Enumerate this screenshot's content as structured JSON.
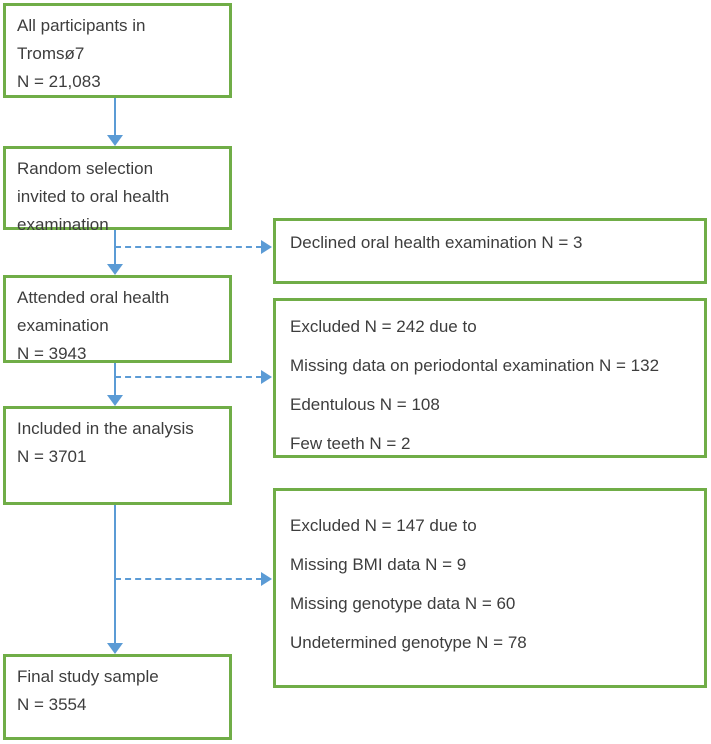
{
  "colors": {
    "box_border": "#70AD47",
    "arrow": "#5B9BD5",
    "text": "#3D3D3D",
    "background": "#FFFFFF"
  },
  "flowchart": {
    "main_boxes": [
      {
        "id": "all-participants",
        "lines": [
          "All participants in",
          "Tromsø7",
          "N = 21,083"
        ]
      },
      {
        "id": "random-selection",
        "lines": [
          "Random selection",
          "invited to oral health",
          "examination"
        ]
      },
      {
        "id": "attended",
        "lines": [
          "Attended oral health",
          "examination",
          "N = 3943"
        ]
      },
      {
        "id": "included",
        "lines": [
          "Included in the analysis",
          "N = 3701"
        ]
      },
      {
        "id": "final-sample",
        "lines": [
          "Final study sample",
          "N = 3554"
        ]
      }
    ],
    "side_boxes": [
      {
        "id": "declined",
        "lines": [
          "Declined oral health examination N = 3"
        ]
      },
      {
        "id": "excluded-periodontal",
        "lines": [
          "Excluded N = 242 due to",
          "Missing data on periodontal examination N = 132",
          "Edentulous N = 108",
          "Few teeth N = 2"
        ]
      },
      {
        "id": "excluded-genotype",
        "lines": [
          "Excluded N = 147 due to",
          "Missing BMI data N = 9",
          "Missing genotype data N = 60",
          "Undetermined genotype N = 78"
        ]
      }
    ]
  }
}
